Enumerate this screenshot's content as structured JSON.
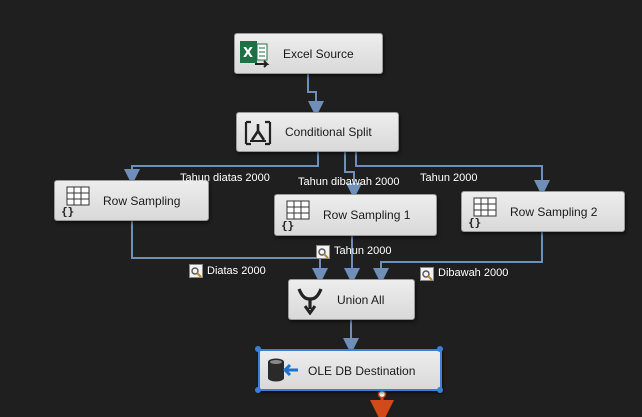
{
  "components": {
    "excel_source": "Excel Source",
    "conditional_split": "Conditional Split",
    "row_sampling": "Row Sampling",
    "row_sampling_1": "Row Sampling 1",
    "row_sampling_2": "Row Sampling 2",
    "union_all": "Union All",
    "oledb_destination": "OLE DB Destination"
  },
  "paths": {
    "split_above": "Tahun diatas 2000",
    "split_below": "Tahun dibawah 2000",
    "split_equal": "Tahun 2000",
    "union_above": "Diatas 2000",
    "union_equal": "Tahun 2000",
    "union_below": "Dibawah 2000"
  },
  "colors": {
    "canvas": "#1f1f1f",
    "connector": "#6f8fb8",
    "selection": "#3c7fd6",
    "error_output": "#d34a1a"
  }
}
